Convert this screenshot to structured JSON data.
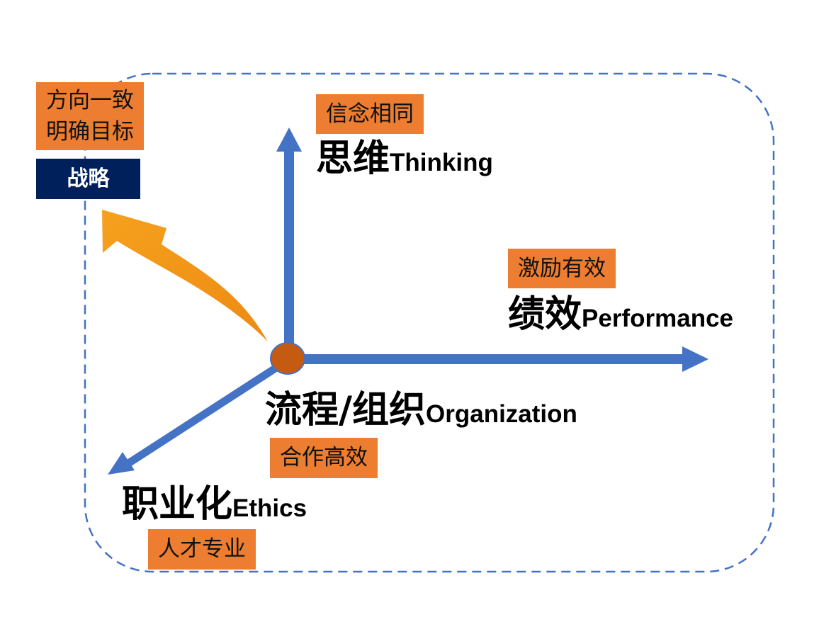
{
  "colors": {
    "axis": "#4472C4",
    "frame": "#4472C4",
    "tag": "#ED7D31",
    "strategy_bg": "#00205B",
    "origin": "#C55A11",
    "curve_arrow": "#F29119"
  },
  "strategy": {
    "tag_line1": "方向一致",
    "tag_line2": "明确目标",
    "label": "战略"
  },
  "thinking": {
    "tag": "信念相同",
    "cn": "思维",
    "en": "Thinking"
  },
  "performance": {
    "tag": "激励有效",
    "cn": "绩效",
    "en": "Performance"
  },
  "organization": {
    "cn": "流程/组织",
    "en": "Organization",
    "tag": "合作高效"
  },
  "ethics": {
    "cn": "职业化",
    "en": "Ethics",
    "tag": "人才专业"
  }
}
